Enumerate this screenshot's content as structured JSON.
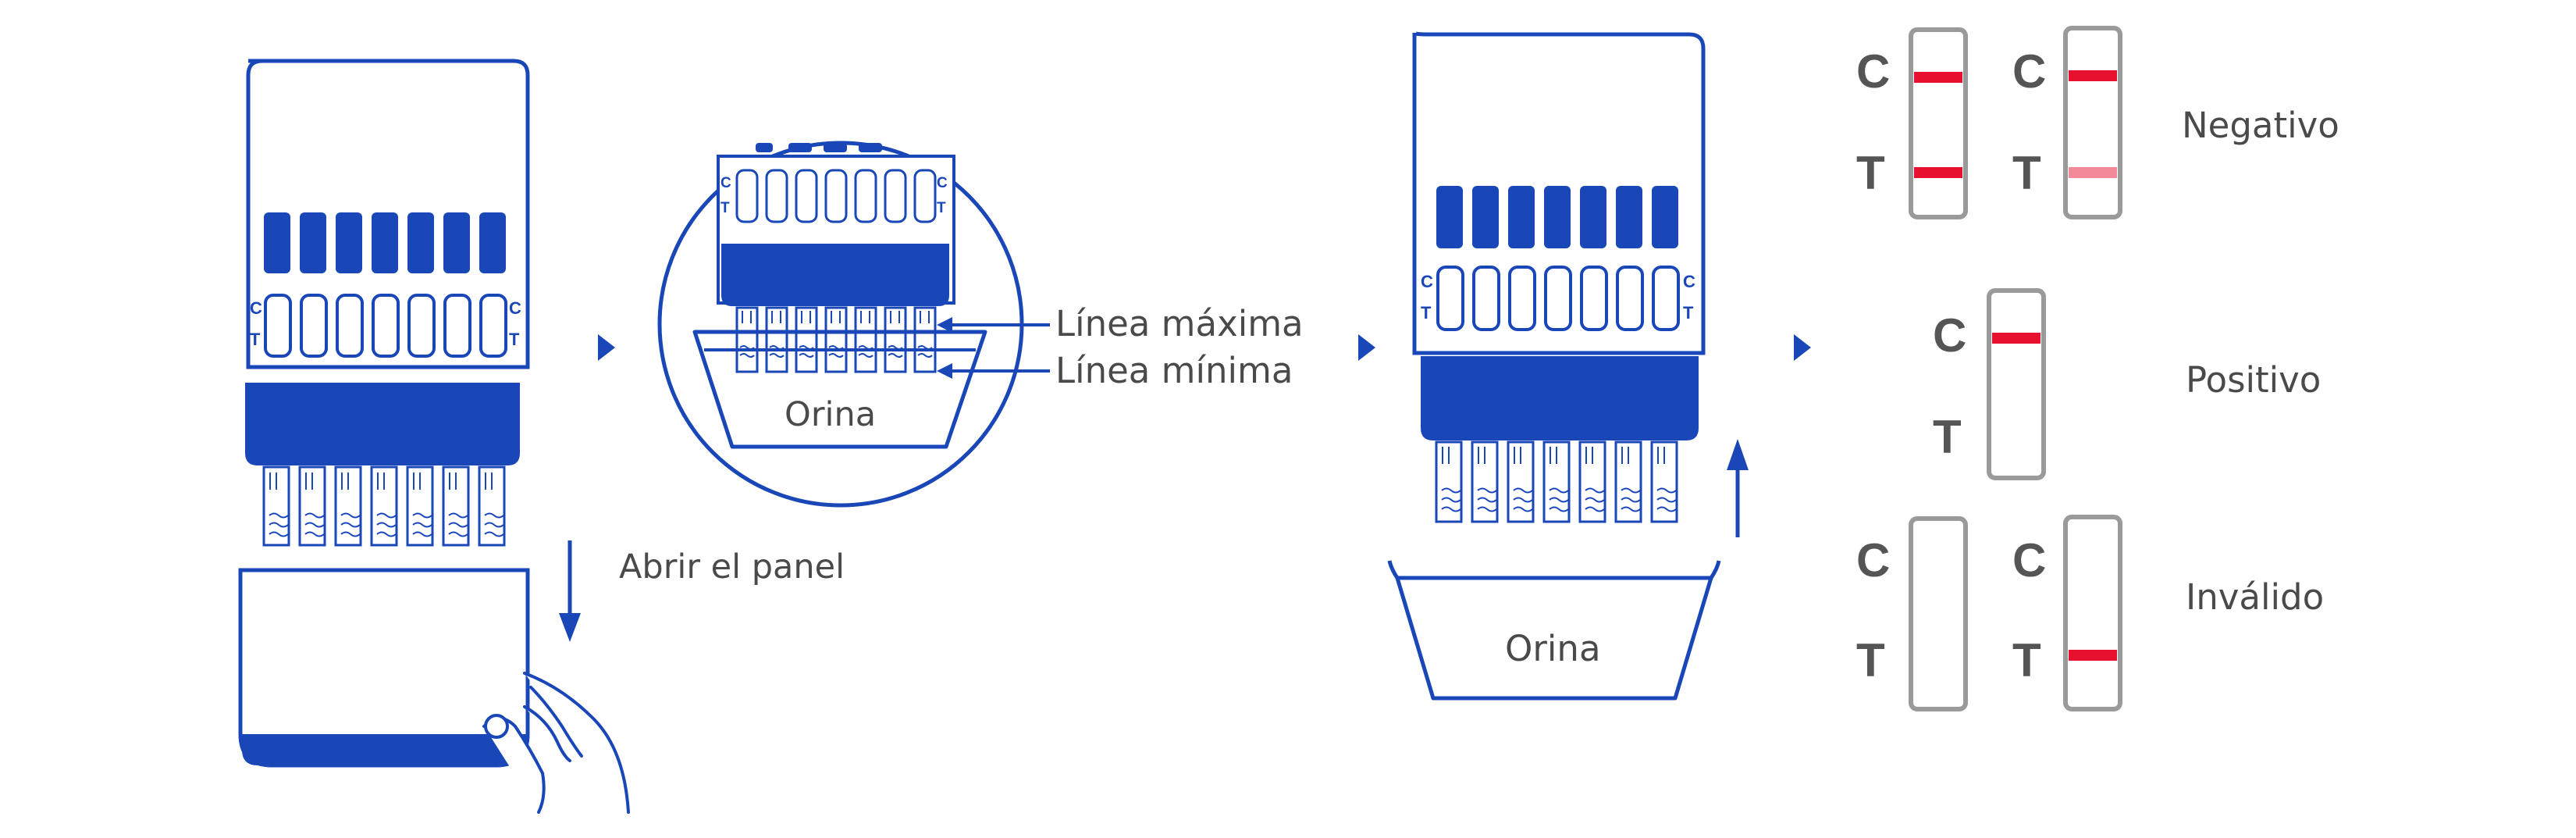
{
  "colors": {
    "blue": "#1a47b8",
    "red": "#e8102f",
    "faint_red": "#f28a9a",
    "gray": "#9a9a9a",
    "text": "#4a4a4a"
  },
  "labels": {
    "open_panel": "Abrir el panel",
    "max_line": "Línea máxima",
    "min_line": "Línea mínima",
    "urine_zoom": "Orina",
    "urine_cup": "Orina",
    "negative": "Negativo",
    "positive": "Positivo",
    "invalid": "Inválido"
  },
  "strip_letters": {
    "control": "C",
    "test": "T"
  },
  "results": {
    "negative": [
      {
        "control_line": "strong",
        "test_line": "strong"
      },
      {
        "control_line": "strong",
        "test_line": "faint"
      }
    ],
    "positive": [
      {
        "control_line": "strong",
        "test_line": "none"
      }
    ],
    "invalid": [
      {
        "control_line": "none",
        "test_line": "none"
      },
      {
        "control_line": "none",
        "test_line": "strong"
      }
    ]
  }
}
